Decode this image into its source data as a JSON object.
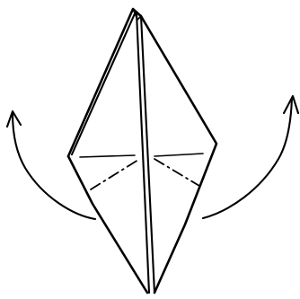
{
  "diagram": {
    "subject": "origami-crane-base-step",
    "colors": {
      "background": "#ffffff",
      "ink": "#000000"
    },
    "marks": {
      "left_arrow": "curved-arrow-up-left",
      "right_arrow": "curved-arrow-up-right",
      "fold_lines": "dash-dot-valley-folds"
    }
  }
}
